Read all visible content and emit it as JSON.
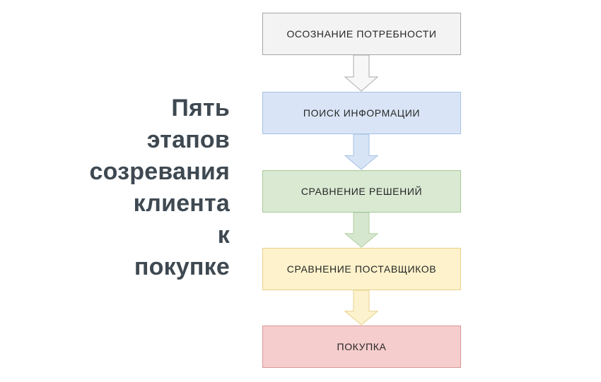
{
  "title": {
    "text": "Пять этапов созревания клиента к покупке",
    "lines": [
      "Пять",
      "этапов",
      "созревания",
      "клиента",
      "к",
      "покупке"
    ],
    "color": "#3e4952"
  },
  "flowchart": {
    "type": "vertical-flow",
    "direction": "top-to-bottom",
    "steps": [
      {
        "label": "ОСОЗНАНИЕ ПОТРЕБНОСТИ",
        "fill": "#f3f3f3",
        "border": "#a6a6a6",
        "arrow_fill": "#f7f7f7",
        "arrow_border": "#ababab"
      },
      {
        "label": "ПОИСК ИНФОРМАЦИИ",
        "fill": "#d9e5f6",
        "border": "#a6c1e4",
        "arrow_fill": "#d7e4f5",
        "arrow_border": "#a6c1e4"
      },
      {
        "label": "СРАВНЕНИЕ РЕШЕНИЙ",
        "fill": "#d9e9d2",
        "border": "#a8c898",
        "arrow_fill": "#d6e7cf",
        "arrow_border": "#b2cfa3"
      },
      {
        "label": "СРАВНЕНИЕ ПОСТАВЩИКОВ",
        "fill": "#fdf2cb",
        "border": "#e8d18a",
        "arrow_fill": "#fcf2cd",
        "arrow_border": "#e8d18a"
      },
      {
        "label": "ПОКУПКА",
        "fill": "#f5cdcc",
        "border": "#d89697"
      }
    ]
  }
}
